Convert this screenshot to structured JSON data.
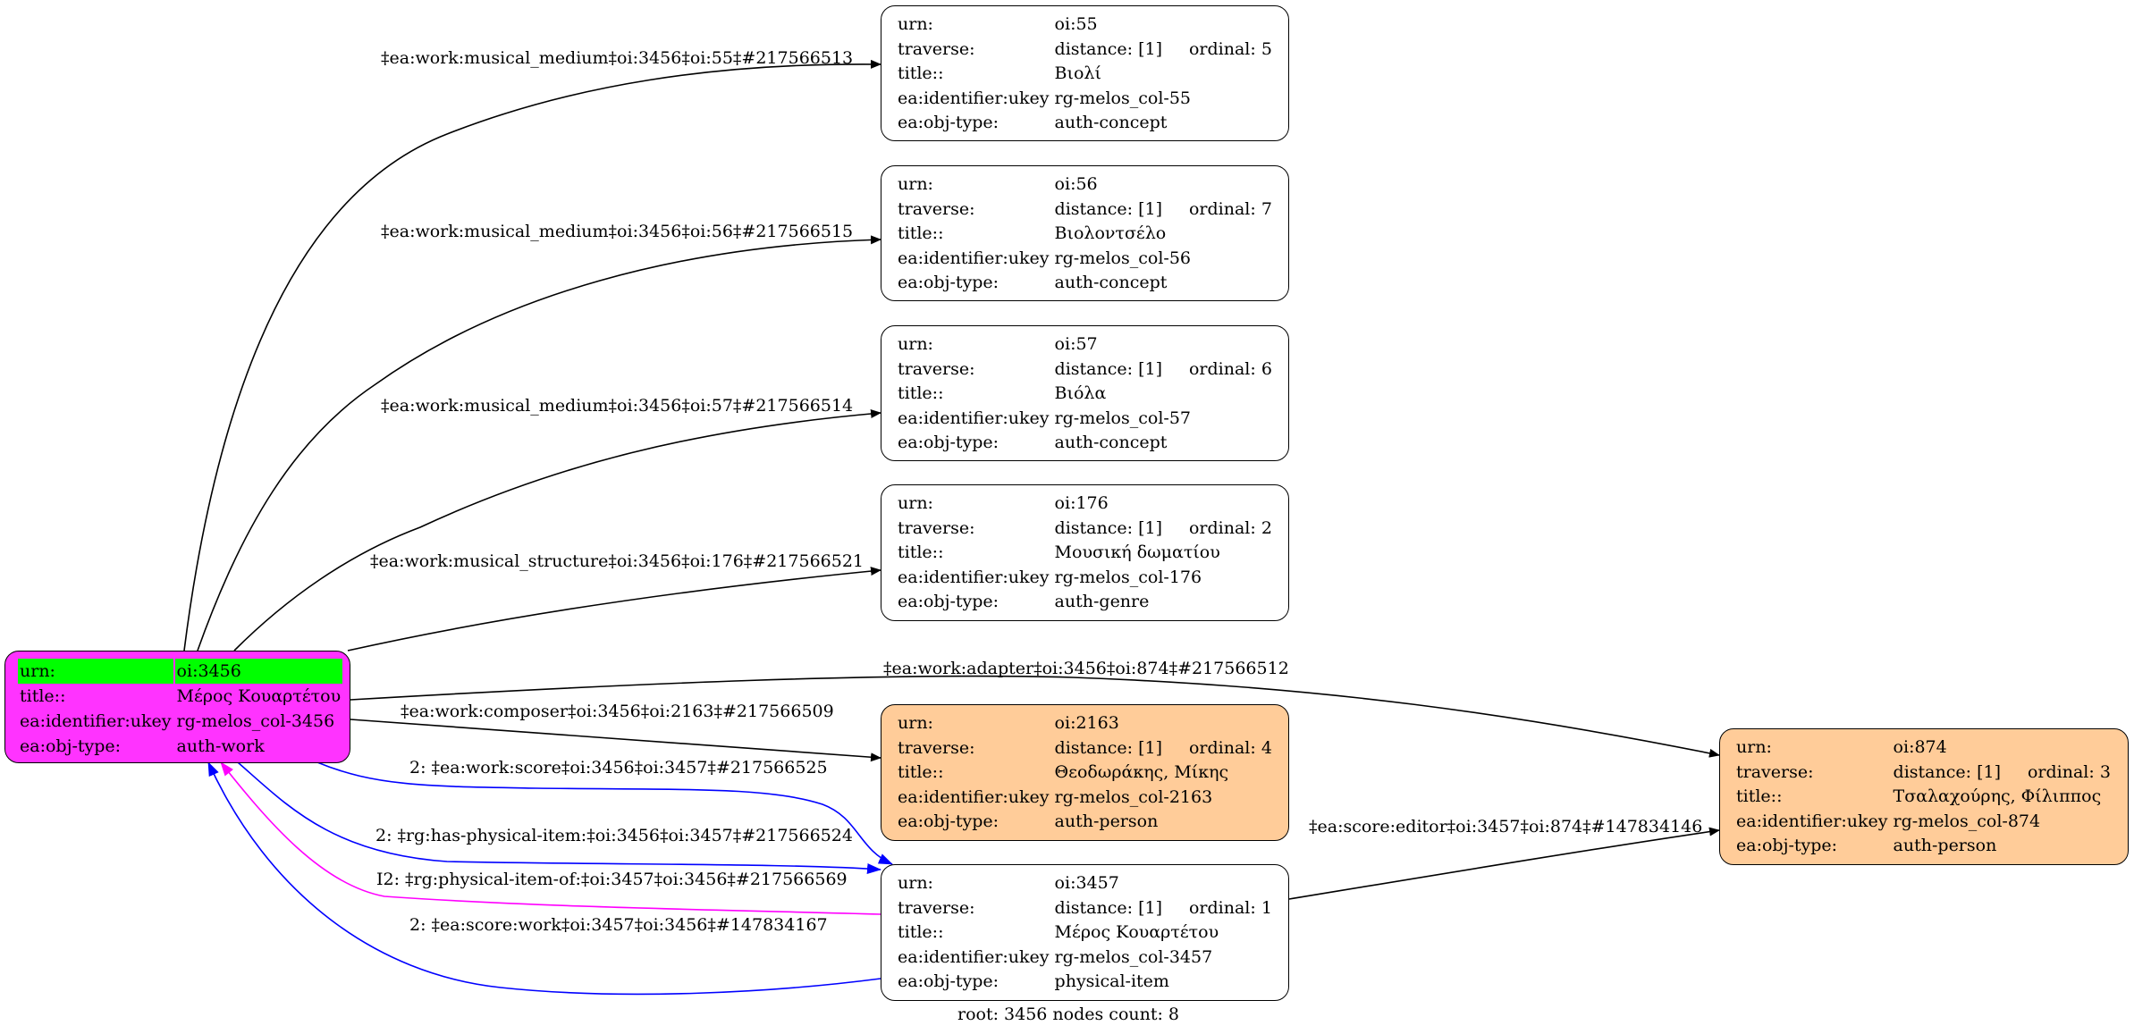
{
  "graph": {
    "footer": "root: 3456 nodes count: 8",
    "colors": {
      "root_fill": "#ff33ff",
      "root_highlight": "#00ff00",
      "person_fill": "#ffcc99",
      "default_fill": "#ffffff",
      "edge_default": "#000000",
      "edge_blue": "#0000ff",
      "edge_magenta": "#ff00ff"
    },
    "root": {
      "id": "3456",
      "rows": [
        {
          "key": "urn:",
          "value": "oi:3456"
        },
        {
          "key": "title::",
          "value": "Μέρος Κουαρτέτου"
        },
        {
          "key": "ea:identifier:ukey",
          "value": "rg-melos_col-3456"
        },
        {
          "key": "ea:obj-type:",
          "value": "auth-work"
        }
      ]
    },
    "nodes": [
      {
        "id": "55",
        "type": "concept",
        "urn": "oi:55",
        "traverse_label": "traverse:",
        "distance": "distance: [1]",
        "ordinal": "ordinal: 5",
        "title": "Βιολί",
        "ukey": "rg-melos_col-55",
        "obj_type": "auth-concept"
      },
      {
        "id": "56",
        "type": "concept",
        "urn": "oi:56",
        "traverse_label": "traverse:",
        "distance": "distance: [1]",
        "ordinal": "ordinal: 7",
        "title": "Βιολοντσέλο",
        "ukey": "rg-melos_col-56",
        "obj_type": "auth-concept"
      },
      {
        "id": "57",
        "type": "concept",
        "urn": "oi:57",
        "traverse_label": "traverse:",
        "distance": "distance: [1]",
        "ordinal": "ordinal: 6",
        "title": "Βιόλα",
        "ukey": "rg-melos_col-57",
        "obj_type": "auth-concept"
      },
      {
        "id": "176",
        "type": "genre",
        "urn": "oi:176",
        "traverse_label": "traverse:",
        "distance": "distance: [1]",
        "ordinal": "ordinal: 2",
        "title": "Μουσική δωματίου",
        "ukey": "rg-melos_col-176",
        "obj_type": "auth-genre"
      },
      {
        "id": "2163",
        "type": "person",
        "urn": "oi:2163",
        "traverse_label": "traverse:",
        "distance": "distance: [1]",
        "ordinal": "ordinal: 4",
        "title": "Θεοδωράκης, Μίκης",
        "ukey": "rg-melos_col-2163",
        "obj_type": "auth-person"
      },
      {
        "id": "3457",
        "type": "item",
        "urn": "oi:3457",
        "traverse_label": "traverse:",
        "distance": "distance: [1]",
        "ordinal": "ordinal: 1",
        "title": "Μέρος Κουαρτέτου",
        "ukey": "rg-melos_col-3457",
        "obj_type": "physical-item"
      },
      {
        "id": "874",
        "type": "person",
        "urn": "oi:874",
        "traverse_label": "traverse:",
        "distance": "distance: [1]",
        "ordinal": "ordinal: 3",
        "title": "Τσαλαχούρης, Φίλιππος",
        "ukey": "rg-melos_col-874",
        "obj_type": "auth-person"
      }
    ],
    "row_keys": {
      "urn": "urn:",
      "title": "title::",
      "ukey": "ea:identifier:ukey",
      "obj_type": "ea:obj-type:"
    },
    "edges": [
      {
        "from": "3456",
        "to": "55",
        "color": "black",
        "label": "‡ea:work:musical_medium‡oi:3456‡oi:55‡#217566513"
      },
      {
        "from": "3456",
        "to": "56",
        "color": "black",
        "label": "‡ea:work:musical_medium‡oi:3456‡oi:56‡#217566515"
      },
      {
        "from": "3456",
        "to": "57",
        "color": "black",
        "label": "‡ea:work:musical_medium‡oi:3456‡oi:57‡#217566514"
      },
      {
        "from": "3456",
        "to": "176",
        "color": "black",
        "label": "‡ea:work:musical_structure‡oi:3456‡oi:176‡#217566521"
      },
      {
        "from": "3456",
        "to": "874",
        "color": "black",
        "label": "‡ea:work:adapter‡oi:3456‡oi:874‡#217566512"
      },
      {
        "from": "3456",
        "to": "2163",
        "color": "black",
        "label": "‡ea:work:composer‡oi:3456‡oi:2163‡#217566509"
      },
      {
        "from": "3456",
        "to": "3457",
        "color": "blue",
        "label": "2: ‡ea:work:score‡oi:3456‡oi:3457‡#217566525"
      },
      {
        "from": "3456",
        "to": "3457",
        "color": "blue",
        "label": "2: ‡rg:has-physical-item:‡oi:3456‡oi:3457‡#217566524"
      },
      {
        "from": "3457",
        "to": "3456",
        "color": "magenta",
        "label": "I2: ‡rg:physical-item-of:‡oi:3457‡oi:3456‡#217566569"
      },
      {
        "from": "3457",
        "to": "3456",
        "color": "blue",
        "label": "2: ‡ea:score:work‡oi:3457‡oi:3456‡#147834167"
      },
      {
        "from": "3457",
        "to": "874",
        "color": "black",
        "label": "‡ea:score:editor‡oi:3457‡oi:874‡#147834146"
      }
    ]
  }
}
